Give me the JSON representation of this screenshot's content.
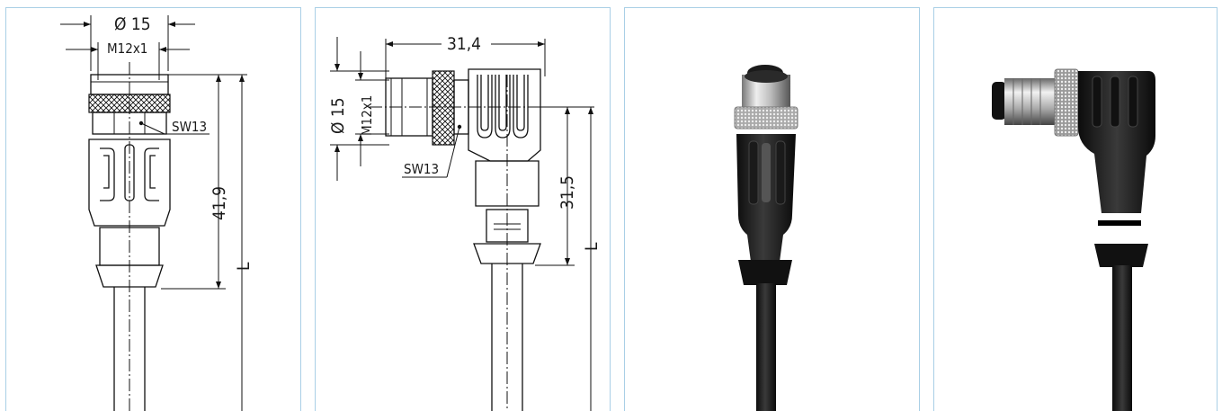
{
  "drawings": {
    "straight": {
      "diameter_label": "Ø 15",
      "thread_label": "M12x1",
      "wrench_label": "SW13",
      "length_label": "41,9",
      "cable_length_label": "L"
    },
    "angled": {
      "width_label": "31,4",
      "diameter_label": "Ø 15",
      "thread_label": "M12x1",
      "wrench_label": "SW13",
      "height_label": "31,5",
      "cable_length_label": "L"
    }
  },
  "photos": {
    "straight_connector": {
      "description_icon": "straight-female-connector-photo"
    },
    "angled_connector": {
      "description_icon": "angled-male-connector-photo"
    }
  },
  "colors": {
    "panel_border": "#a9cfe6",
    "line": "#111111",
    "connector_body": "#222222",
    "metal": "#c9c9c9"
  }
}
